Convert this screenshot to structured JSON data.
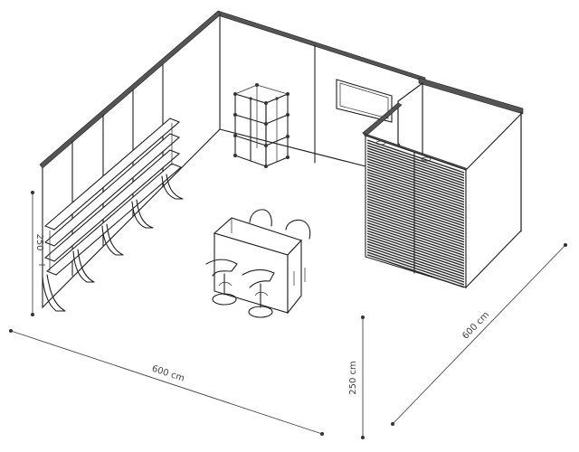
{
  "dimensions": {
    "width_label": "600 cm",
    "depth_label": "600 cm",
    "height_label": "250 cm",
    "wall_height_label": "250"
  }
}
